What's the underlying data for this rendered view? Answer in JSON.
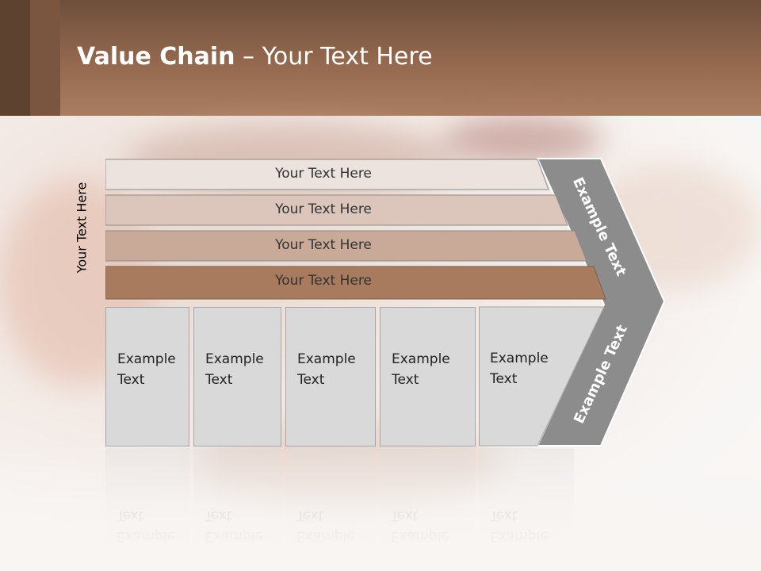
{
  "slide": {
    "title_bold": "Value Chain",
    "title_rest": " – Your Text Here",
    "vertical_label": "Your Text Here",
    "support_rows": [
      {
        "label": "Your Text Here",
        "color": "#ece3df"
      },
      {
        "label": "Your Text Here",
        "color": "#dcc6bb"
      },
      {
        "label": "Your Text Here",
        "color": "#c9aa98"
      },
      {
        "label": "Your Text Here",
        "color": "#a87a5e"
      }
    ],
    "primary_boxes": [
      {
        "line1": "Example",
        "line2": "Text"
      },
      {
        "line1": "Example",
        "line2": "Text"
      },
      {
        "line1": "Example",
        "line2": "Text"
      },
      {
        "line1": "Example",
        "line2": "Text"
      },
      {
        "line1": "Example",
        "line2": "Text"
      }
    ],
    "chevron_upper": "Example Text",
    "chevron_lower": "Example Text",
    "colors": {
      "header": "#94694f",
      "chevron": "#8c8c8c",
      "box": "#d9d9d9"
    }
  }
}
